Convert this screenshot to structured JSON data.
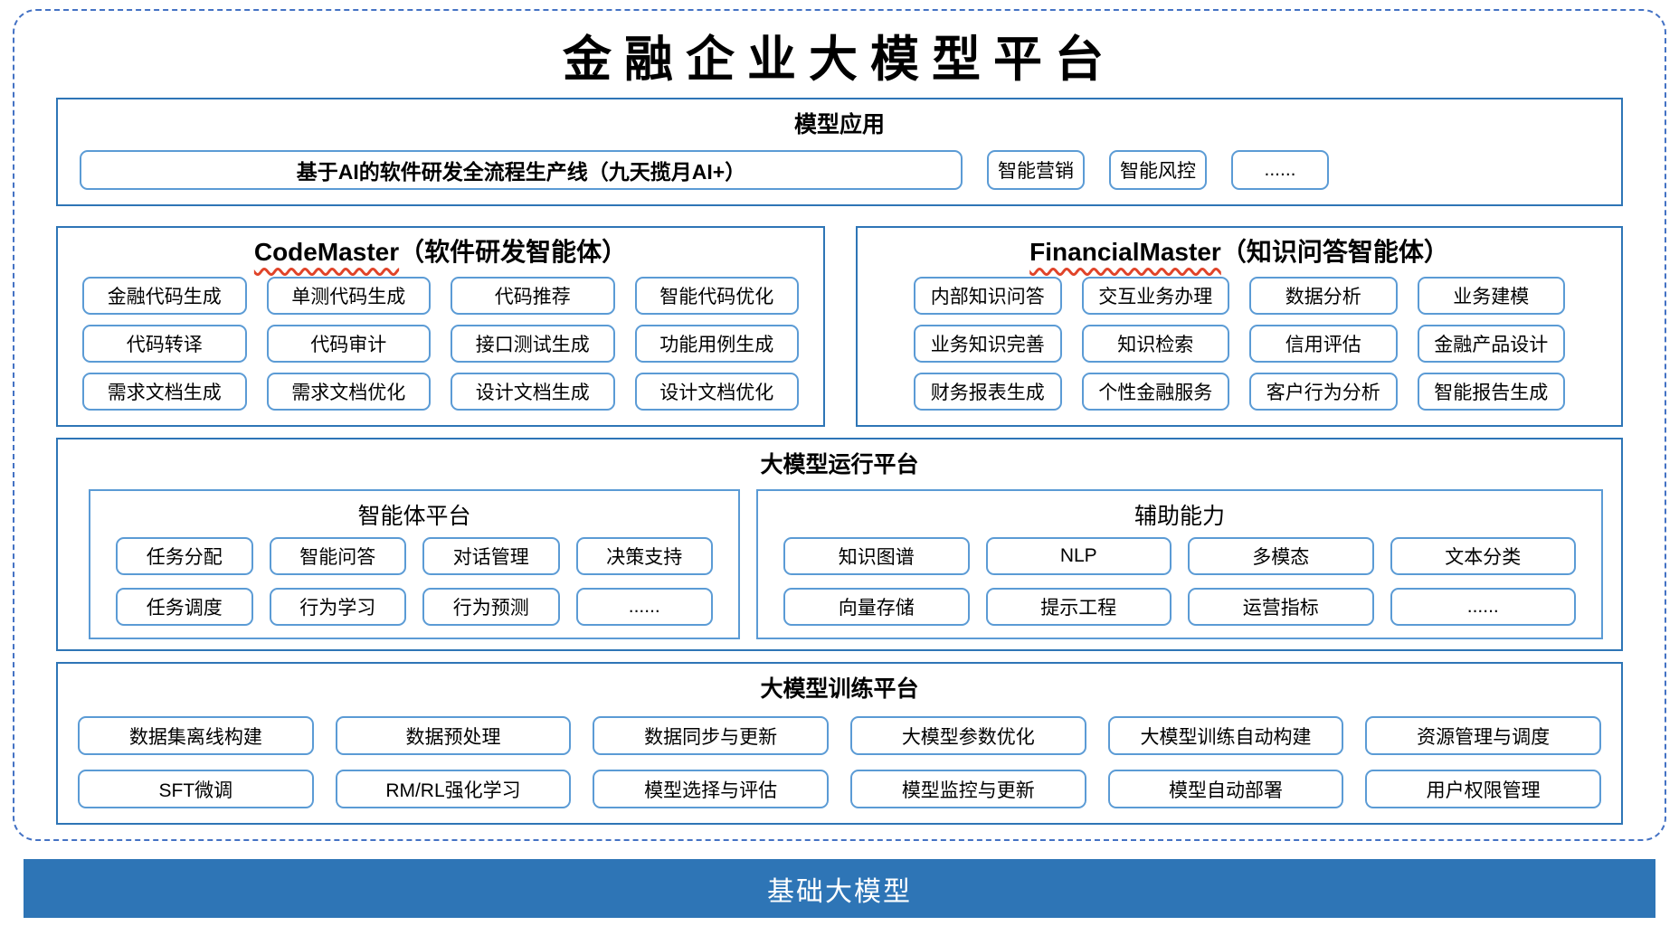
{
  "title": "金融企业大模型平台",
  "sections": {
    "model_app": {
      "title": "模型应用",
      "main_item": "基于AI的软件研发全流程生产线（九天揽月AI+）",
      "items": [
        "智能营销",
        "智能风控",
        "......"
      ]
    },
    "code_master": {
      "title_en": "CodeMaster",
      "title_zh": "（软件研发智能体）",
      "items": [
        "金融代码生成",
        "单测代码生成",
        "代码推荐",
        "智能代码优化",
        "代码转译",
        "代码审计",
        "接口测试生成",
        "功能用例生成",
        "需求文档生成",
        "需求文档优化",
        "设计文档生成",
        "设计文档优化"
      ]
    },
    "financial_master": {
      "title_en": "FinancialMaster",
      "title_zh": "（知识问答智能体）",
      "items": [
        "内部知识问答",
        "交互业务办理",
        "数据分析",
        "业务建模",
        "业务知识完善",
        "知识检索",
        "信用评估",
        "金融产品设计",
        "财务报表生成",
        "个性金融服务",
        "客户行为分析",
        "智能报告生成"
      ]
    },
    "runtime": {
      "title": "大模型运行平台",
      "agent_platform": {
        "title": "智能体平台",
        "items": [
          "任务分配",
          "智能问答",
          "对话管理",
          "决策支持",
          "任务调度",
          "行为学习",
          "行为预测",
          "......"
        ]
      },
      "auxiliary": {
        "title": "辅助能力",
        "items": [
          "知识图谱",
          "NLP",
          "多模态",
          "文本分类",
          "向量存储",
          "提示工程",
          "运营指标",
          "......"
        ]
      }
    },
    "training": {
      "title": "大模型训练平台",
      "items": [
        "数据集离线构建",
        "数据预处理",
        "数据同步与更新",
        "大模型参数优化",
        "大模型训练自动构建",
        "资源管理与调度",
        "SFT微调",
        "RM/RL强化学习",
        "模型选择与评估",
        "模型监控与更新",
        "模型自动部署",
        "用户权限管理"
      ]
    },
    "foundation": {
      "title": "基础大模型"
    }
  },
  "colors": {
    "dashed_border": "#4472C4",
    "section_border": "#2E75B6",
    "item_border": "#5B9BD5",
    "foundation_bg": "#2E75B6",
    "spellcheck_underline": "#E0442A"
  }
}
